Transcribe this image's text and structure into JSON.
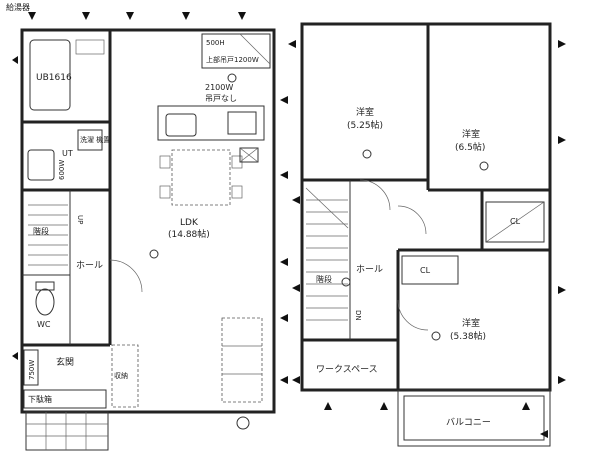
{
  "floor1": {
    "water_heater": "給湯器",
    "bath": "UB1616",
    "washer": "洗濯\n機置",
    "washroom": "UT",
    "vanity_width": "600W",
    "stairs": "階段",
    "up_mark": "UP",
    "hall": "ホール",
    "toilet": "WC",
    "entrance": "玄関",
    "shoe_rack": "750W",
    "shoe_box": "下駄箱",
    "storage": "収納",
    "ldk_name": "LDK",
    "ldk_size": "(14.88帖)",
    "shelf_width": "500H",
    "upper_cabinet": "上部吊戸1200W",
    "kitchen_width": "2100W",
    "no_upper_cabinet": "吊戸なし"
  },
  "floor2": {
    "room1_name": "洋室",
    "room1_size": "(5.25帖)",
    "room2_name": "洋室",
    "room2_size": "(6.5帖)",
    "room3_name": "洋室",
    "room3_size": "(5.38帖)",
    "closet_a": "CL",
    "closet_b": "CL",
    "stairs": "階段",
    "down_mark": "DN",
    "hall": "ホール",
    "workspace": "ワークスペース",
    "balcony": "バルコニー"
  }
}
